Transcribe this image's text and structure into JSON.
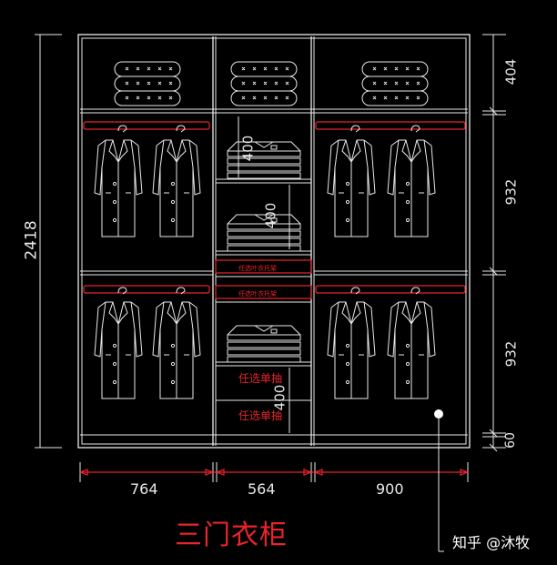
{
  "title": "三门衣柜",
  "watermark": "知乎 @沐牧",
  "dims": {
    "total_height": "2418",
    "top_shelf": "404",
    "upper_hanging": "932",
    "lower_hanging": "932",
    "base": "60",
    "mid_400_a": "400",
    "mid_400_b": "400",
    "mid_400_c": "400"
  },
  "widths": [
    "764",
    "564",
    "900"
  ],
  "labels": {
    "opt_rack_1": "任选叶衣托架",
    "opt_rack_2": "任选叶衣托架",
    "opt_drawer_1": "任选单抽",
    "opt_drawer_2": "任选单抽"
  },
  "colors": {
    "line": "#e8e8e8",
    "accent": "#e8242c",
    "bg": "#000000"
  }
}
